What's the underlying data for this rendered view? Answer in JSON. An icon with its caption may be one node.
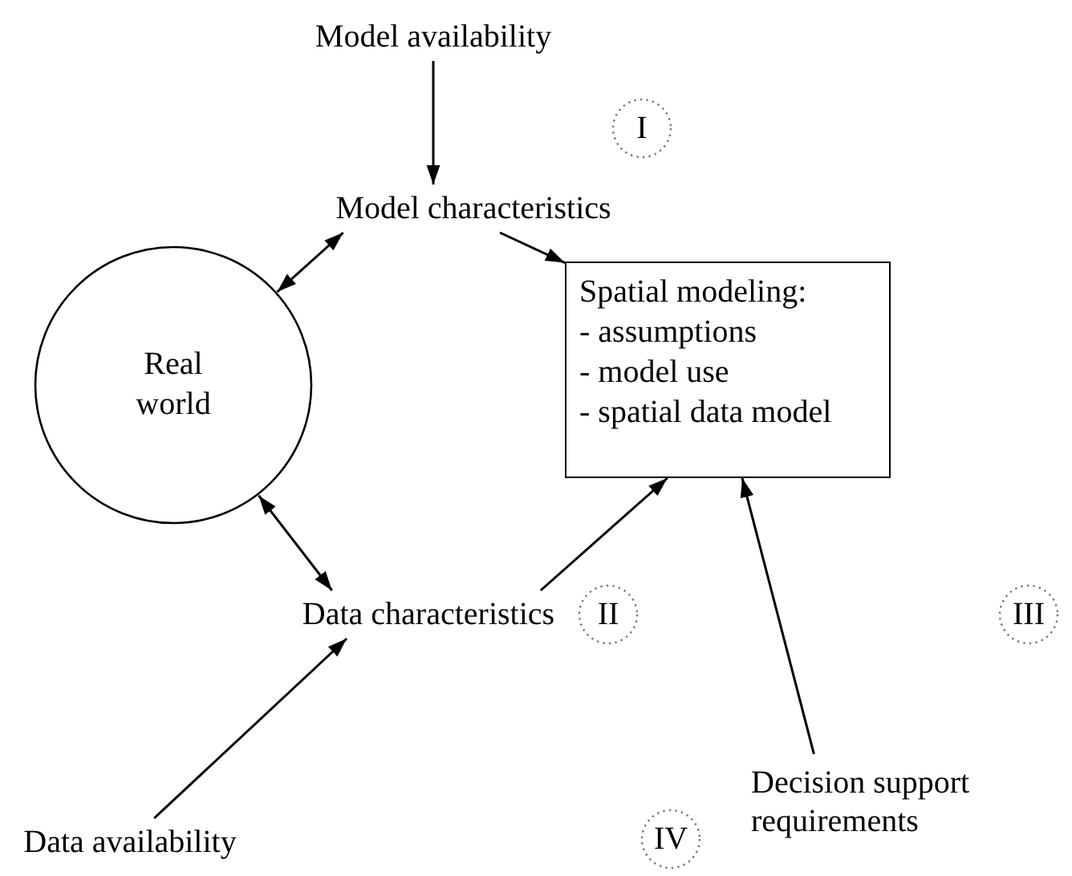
{
  "diagram": {
    "nodes": [
      {
        "text": [
          "Model availability"
        ]
      },
      {
        "text": [
          "Model characteristics"
        ]
      },
      {
        "text": [
          "Real world"
        ]
      },
      {
        "text": [
          "Spatial modeling:",
          "- assumptions",
          "- model use",
          "- spatial data model"
        ]
      },
      {
        "text": [
          "Data characteristics"
        ]
      },
      {
        "text": [
          "Decision support requirements"
        ]
      },
      {
        "text": [
          "Data availability"
        ]
      },
      {
        "text": [
          "I"
        ]
      },
      {
        "text": [
          "II"
        ]
      },
      {
        "text": [
          "III"
        ]
      },
      {
        "text": [
          "IV"
        ]
      }
    ],
    "edges": [
      {
        "from": 0,
        "to": 1,
        "arrow": "to"
      },
      {
        "from": 1,
        "to": 2,
        "arrow": "both"
      },
      {
        "from": 1,
        "to": 3,
        "arrow": "to"
      },
      {
        "from": 2,
        "to": 4,
        "arrow": "both"
      },
      {
        "from": 4,
        "to": 3,
        "arrow": "to"
      },
      {
        "from": 5,
        "to": 3,
        "arrow": "to"
      },
      {
        "from": 6,
        "to": 4,
        "arrow": "to"
      }
    ]
  }
}
